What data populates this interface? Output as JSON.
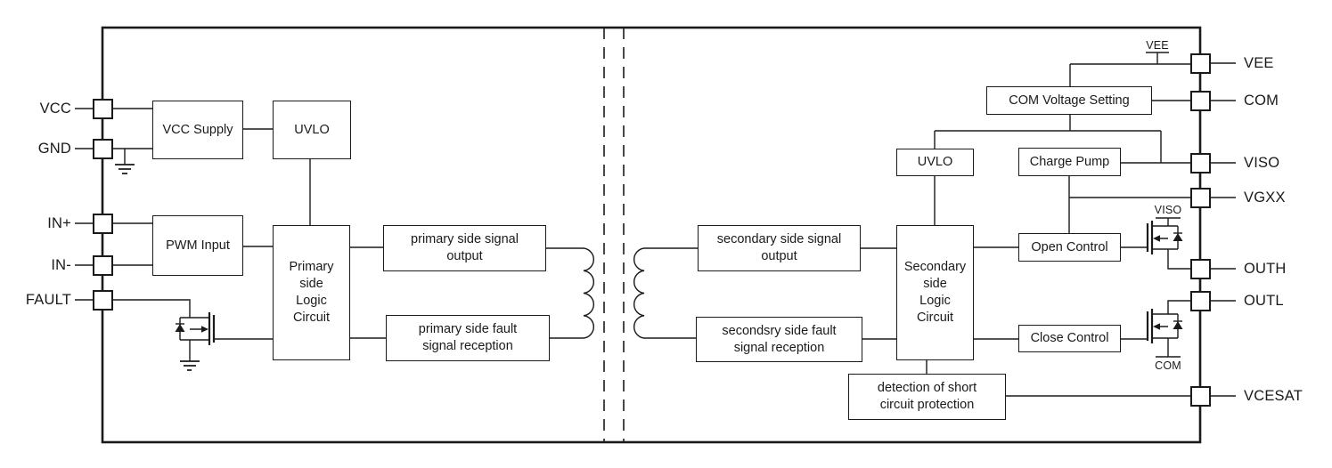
{
  "diagram": {
    "kind": "isolated gate driver functional block diagram",
    "colors": {
      "line": "#1a1a1a",
      "background": "#ffffff"
    },
    "left_pins": [
      {
        "label": "VCC"
      },
      {
        "label": "GND"
      },
      {
        "label": "IN+"
      },
      {
        "label": "IN-"
      },
      {
        "label": "FAULT"
      }
    ],
    "right_pins": [
      {
        "label": "VEE"
      },
      {
        "label": "COM"
      },
      {
        "label": "VISO"
      },
      {
        "label": "VGXX"
      },
      {
        "label": "OUTH"
      },
      {
        "label": "OUTL"
      },
      {
        "label": "VCESAT"
      }
    ],
    "blocks": {
      "vcc_supply": "VCC Supply",
      "uvlo_primary": "UVLO",
      "pwm_input": "PWM Input",
      "primary_logic": "Primary\nside\nLogic\nCircuit",
      "primary_signal_output": "primary side signal\noutput",
      "primary_fault_reception": "primary side fault\nsignal reception",
      "secondary_signal_output": "secondary side signal\noutput",
      "secondary_fault_reception": "secondsry side fault\nsignal reception",
      "secondary_logic": "Secondary\nside\nLogic\nCircuit",
      "com_voltage_setting": "COM Voltage Setting",
      "uvlo_secondary": "UVLO",
      "charge_pump": "Charge Pump",
      "open_control": "Open Control",
      "close_control": "Close Control",
      "short_circuit_detection": "detection of short\ncircuit protection"
    },
    "rail_labels": {
      "vee": "VEE",
      "viso": "VISO",
      "com": "COM"
    }
  }
}
